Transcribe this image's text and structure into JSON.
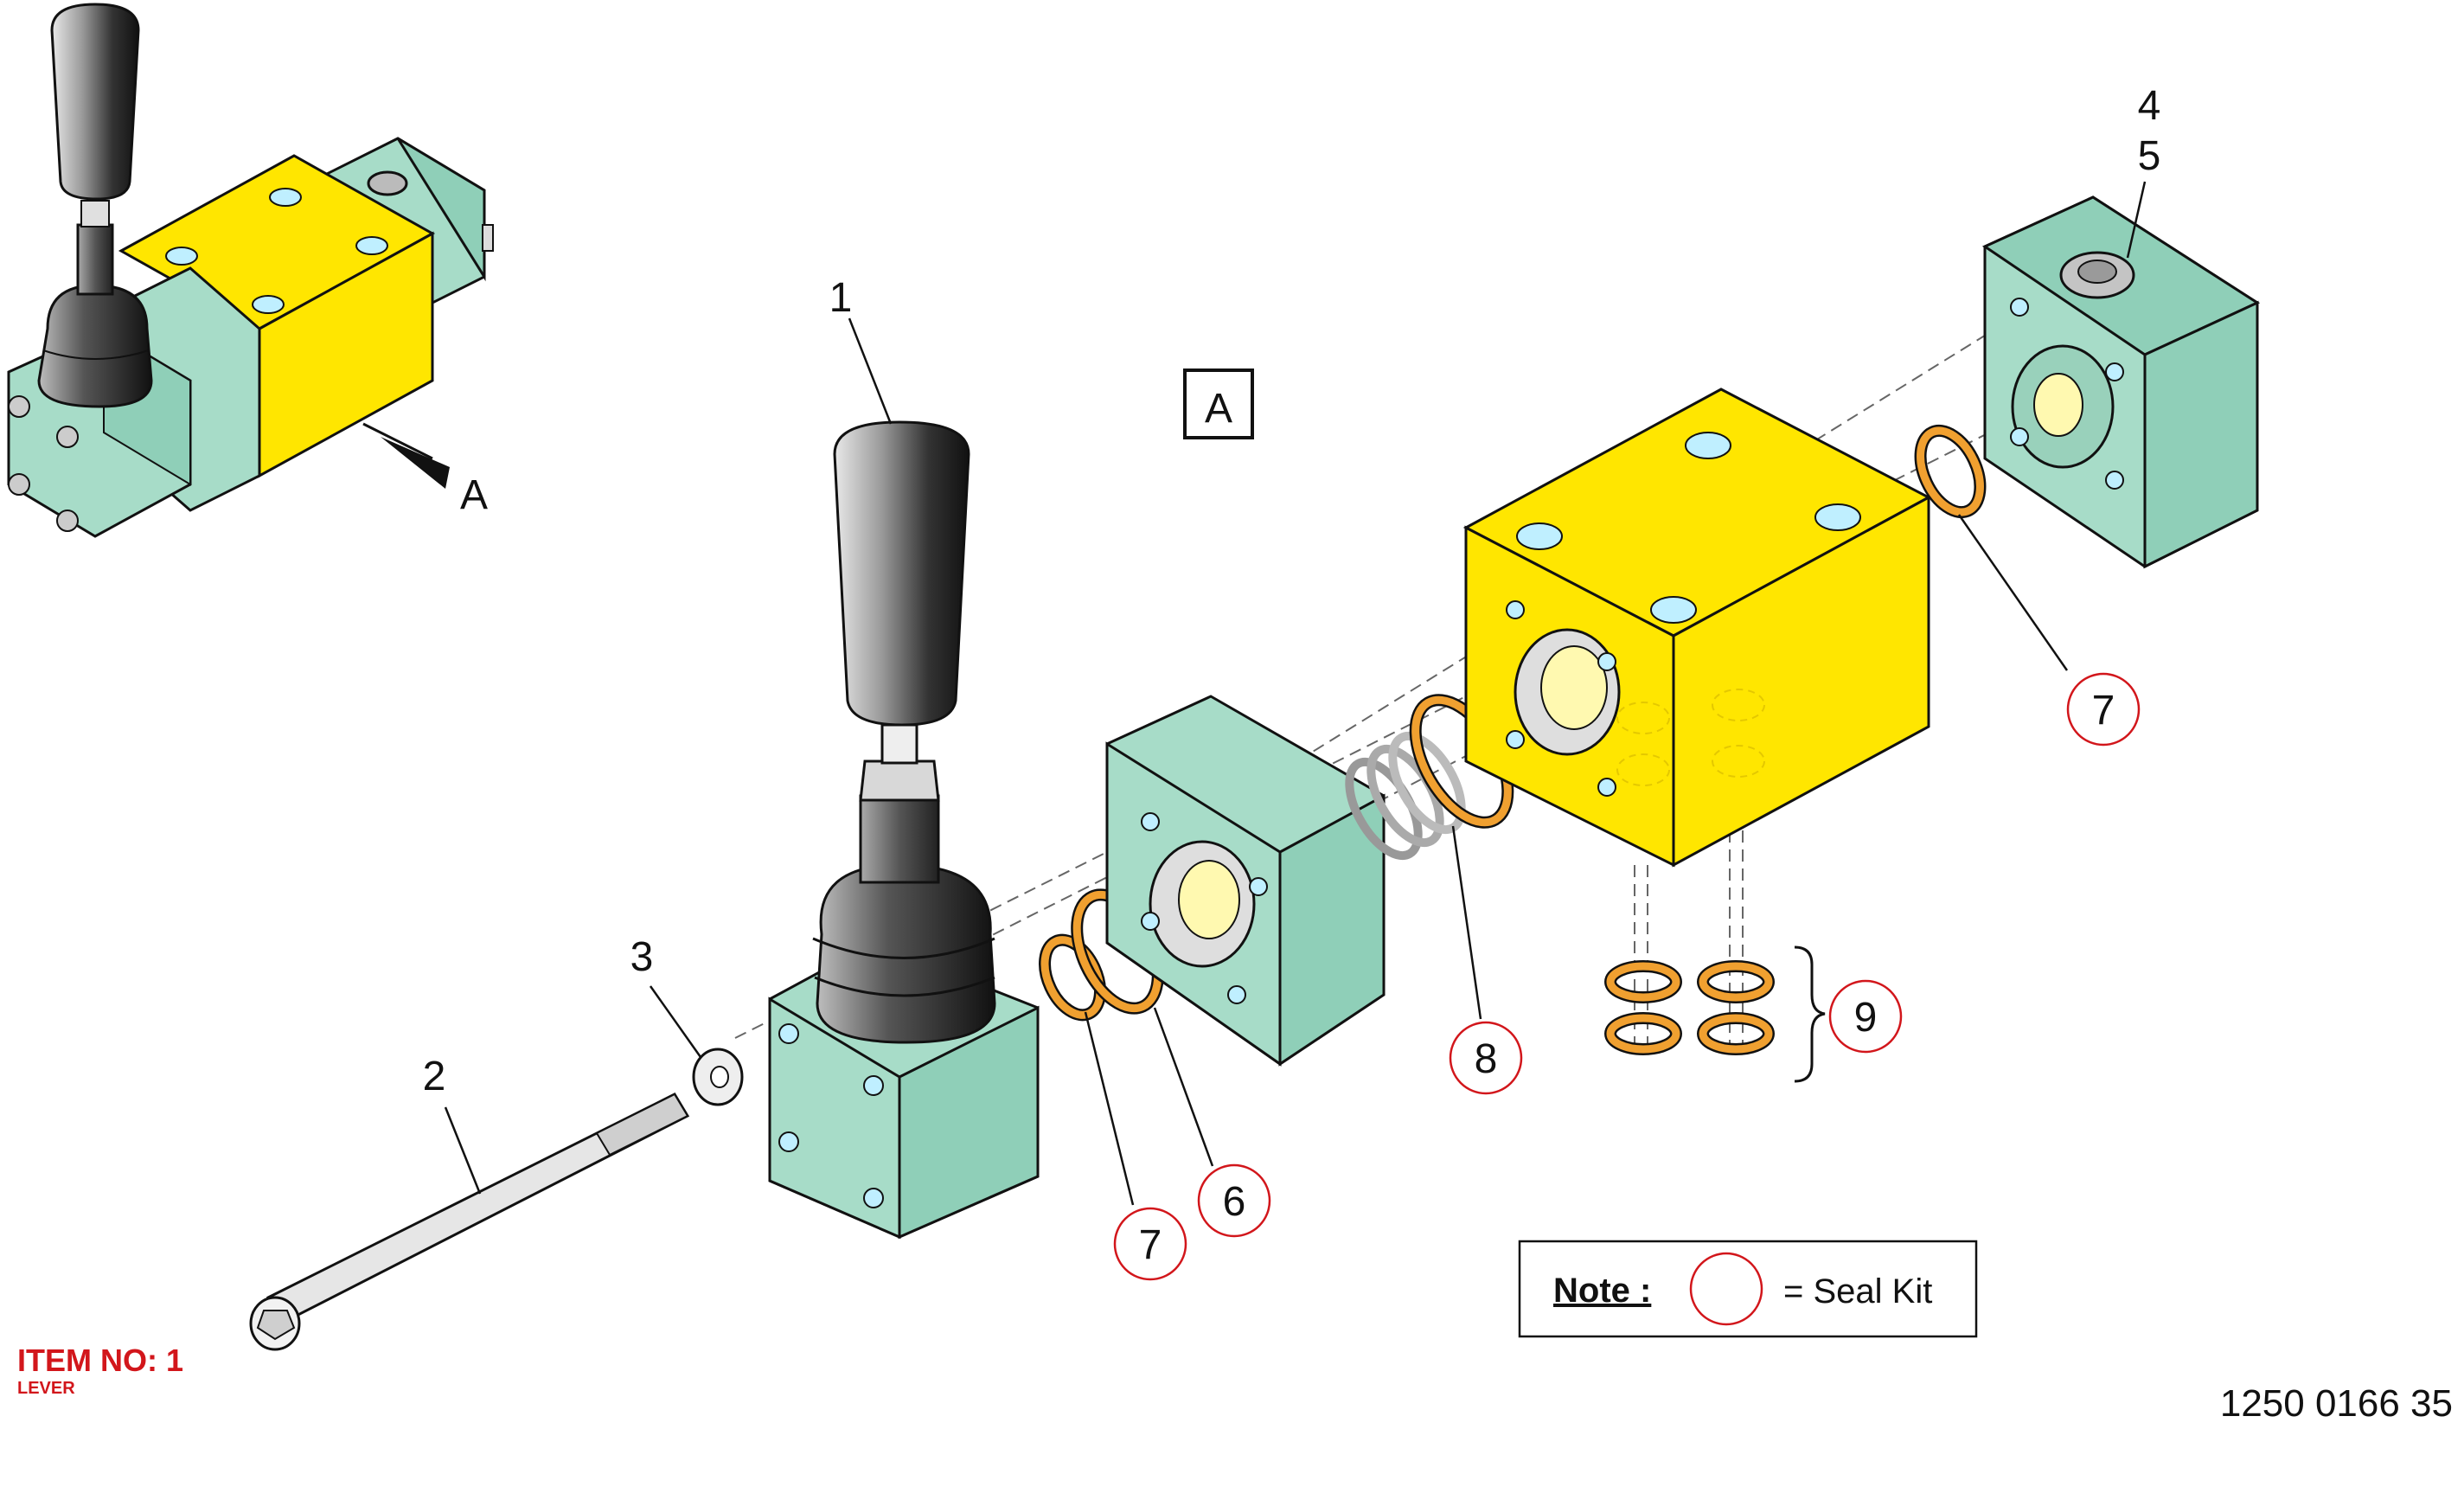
{
  "callouts": {
    "p1": "1",
    "p2": "2",
    "p3": "3",
    "p4": "4",
    "p5": "5",
    "p6": "6",
    "p7a": "7",
    "p7b": "7",
    "p8": "8",
    "p9": "9",
    "view": "A",
    "view_pointer": "A"
  },
  "note": {
    "label": "Note :",
    "legend_text": "= Seal Kit"
  },
  "item": {
    "title": "ITEM NO: 1",
    "subtitle": "LEVER"
  },
  "drawing_number": "1250 0166 35",
  "colors": {
    "body_yellow": "#ffe600",
    "plate_green": "#a7dcc8",
    "plate_green_dark": "#7fc2aa",
    "seal_orange": "#f0a030",
    "seal_circle_red": "#d2161b",
    "port_blue": "#bfefff"
  }
}
